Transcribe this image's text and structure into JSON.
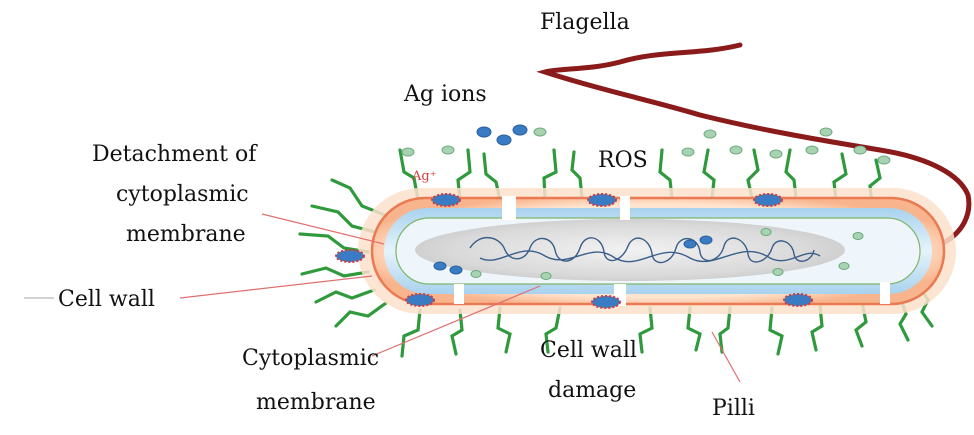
{
  "labels": {
    "flagella": "Flagella",
    "ag_ions": "Ag ions",
    "ros": "ROS",
    "ag_plus": "Ag⁺",
    "detachment_line1": "Detachment of",
    "detachment_line2": "cytoplasmic",
    "detachment_line3": "membrane",
    "cell_wall": "Cell wall",
    "cytoplasmic_line1": "Cytoplasmic",
    "cytoplasmic_line2": "membrane",
    "cell_wall_damage_line1": "Cell wall",
    "cell_wall_damage_line2": "damage",
    "pilli": "Pilli"
  },
  "colors": {
    "flagella": "#8b1a1a",
    "pili": "#2e9a3c",
    "cell_wall_outer": "#f6c8a6",
    "cell_wall_edge": "#e8714a",
    "membrane": "#b9dcf2",
    "cytoplasm": "#d4d4d4",
    "dna": "#3a5f8a",
    "ag_particle": "#3a7cc4",
    "ros_particle": "#9cc8a8",
    "leader": "#e07070",
    "ag_plus_text": "#d04040"
  },
  "icons": [
    "flagellum-icon",
    "pilus-icon",
    "ag-ion-particle-icon",
    "ros-particle-icon",
    "damage-site-icon",
    "dna-icon"
  ]
}
